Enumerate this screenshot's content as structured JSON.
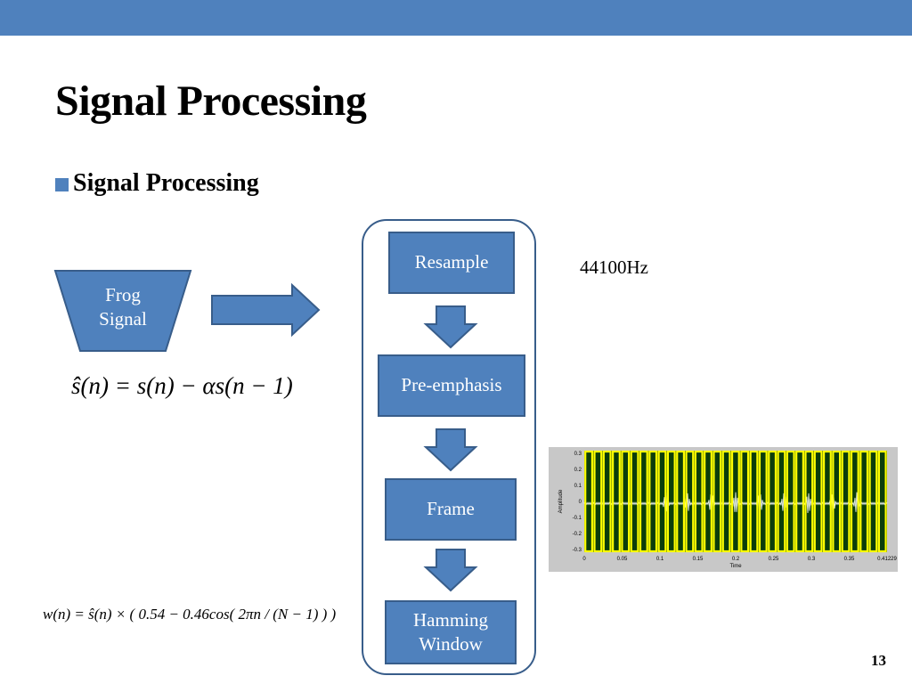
{
  "slide": {
    "title": "Signal Processing",
    "bullet": "Signal Processing",
    "page_number": "13"
  },
  "input": {
    "label_line1": "Frog",
    "label_line2": "Signal"
  },
  "pipeline": {
    "steps": [
      {
        "label": "Resample"
      },
      {
        "label": "Pre-emphasis"
      },
      {
        "label": "Frame"
      },
      {
        "label": "Hamming Window"
      }
    ]
  },
  "resample_rate": "44100Hz",
  "formulas": {
    "pre_emphasis": "ŝ(n) = s(n) − αs(n − 1)",
    "hamming": "w(n) = ŝ(n) × ( 0.54 − 0.46cos( 2πn / (N − 1) ) )"
  },
  "waveform_chart": {
    "ylabel": "Amplitude",
    "xlabel": "Time",
    "y_ticks": [
      "0.3",
      "0.2",
      "0.1",
      "0",
      "-0.1",
      "-0.2",
      "-0.3"
    ],
    "x_ticks": [
      "0",
      "0.05",
      "0.1",
      "0.15",
      "0.2",
      "0.25",
      "0.3",
      "0.35",
      "0.41229"
    ],
    "colors": {
      "plot_bg": "#0b3d0b",
      "frame": "#ffff00",
      "signal": "#ffffff"
    }
  },
  "colors": {
    "accent": "#4f81bd",
    "border": "#385d8a"
  }
}
